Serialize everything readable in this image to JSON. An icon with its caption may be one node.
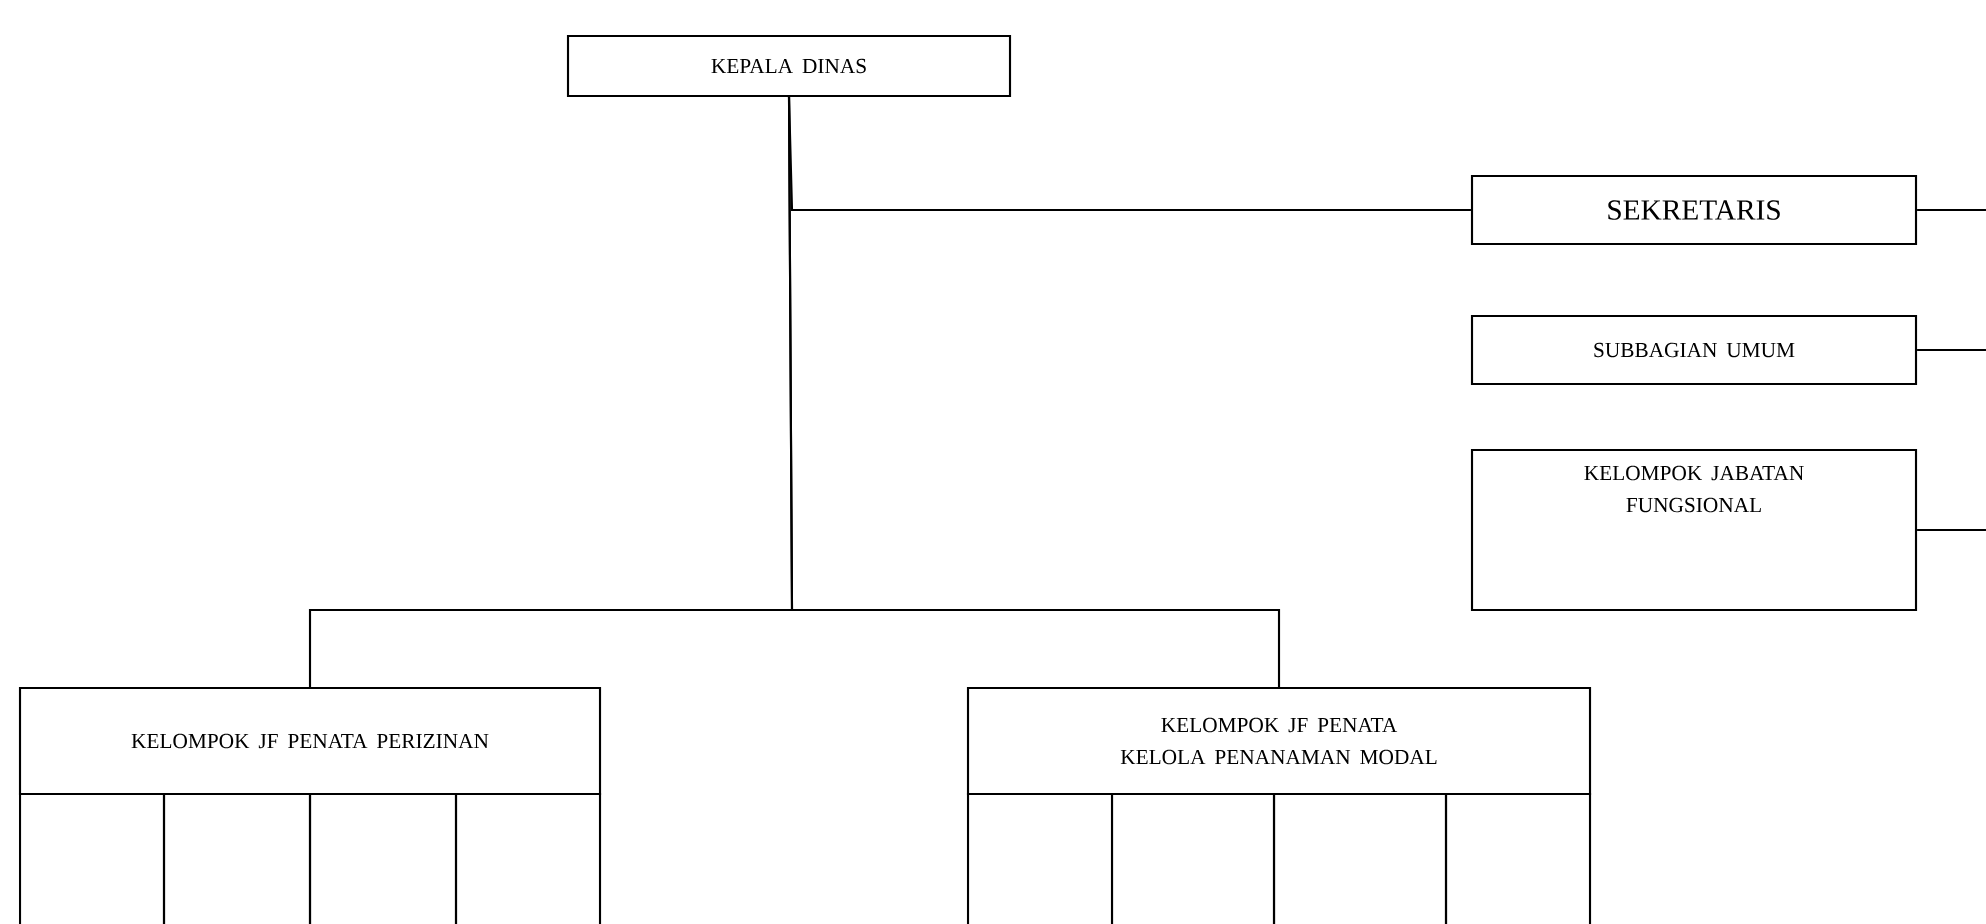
{
  "diagram": {
    "nodes": [
      {
        "text": [
          "KEPALA DINAS"
        ]
      },
      {
        "text": [
          "SEKRETARIS"
        ]
      },
      {
        "text": [
          "SUBBAGIAN UMUM"
        ]
      },
      {
        "text": [
          "KELOMPOK JABATAN FUNGSIONAL"
        ]
      },
      {
        "text": [
          "KELOMPOK JF PENATA PERIZINAN"
        ]
      },
      {
        "text": [
          "KELOMPOK JF PENATA KELOLA PENANAMAN MODAL"
        ]
      },
      {
        "text": [],
        "shape": "box"
      },
      {
        "text": [],
        "shape": "box"
      },
      {
        "text": [],
        "shape": "box"
      },
      {
        "text": [],
        "shape": "box"
      },
      {
        "text": [],
        "shape": "box"
      },
      {
        "text": [],
        "shape": "box"
      },
      {
        "text": [],
        "shape": "box"
      },
      {
        "text": [],
        "shape": "box"
      }
    ],
    "edges": [
      {
        "from": 0,
        "to": 1,
        "arrow": "none"
      },
      {
        "from": 0,
        "to": 4,
        "arrow": "none"
      },
      {
        "from": 0,
        "to": 5,
        "arrow": "none"
      },
      {
        "from": 1,
        "to": null,
        "arrow": "none"
      },
      {
        "from": 2,
        "to": null,
        "arrow": "none"
      },
      {
        "from": 3,
        "to": null,
        "arrow": "none"
      }
    ]
  }
}
